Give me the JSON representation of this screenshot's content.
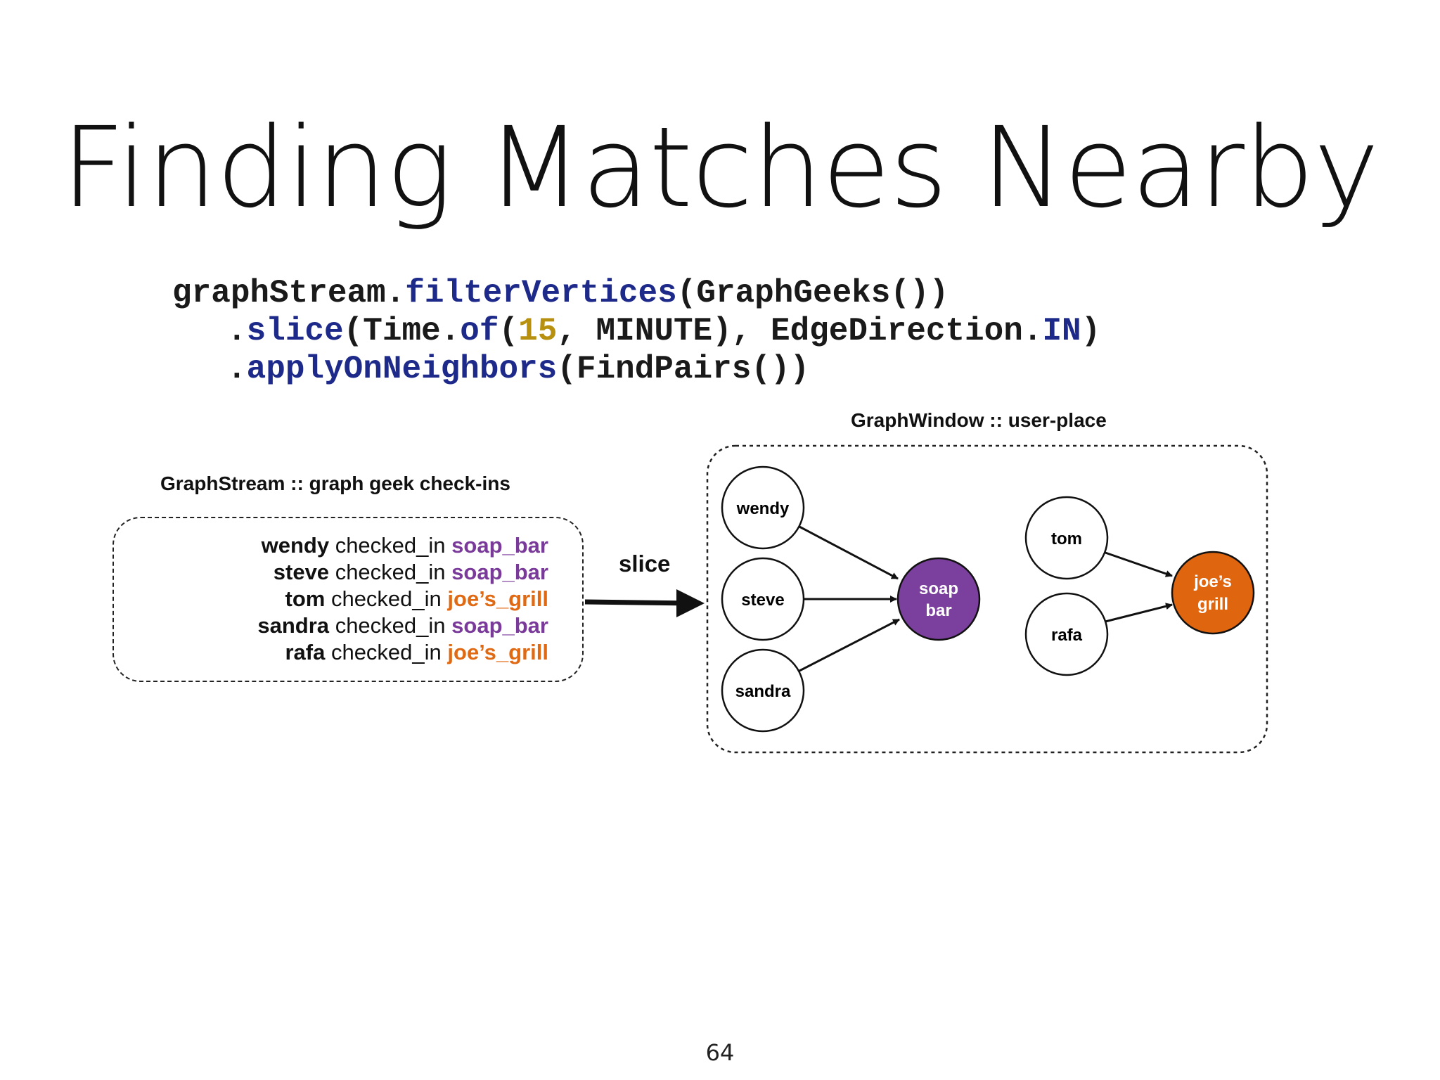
{
  "slide": {
    "title": "Finding Matches Nearby",
    "page_number": "64"
  },
  "code": {
    "line1": {
      "obj": "graphStream.",
      "method": "filterVertices",
      "rest": "(GraphGeeks())"
    },
    "line2": {
      "dot": ".",
      "method": "slice",
      "p1": "(Time.",
      "method2": "of",
      "p2": "(",
      "num": "15",
      "p3": ", MINUTE), EdgeDirection.",
      "const": "IN",
      "p4": ")"
    },
    "line3": {
      "dot": ".",
      "method": "applyOnNeighbors",
      "rest": "(FindPairs())"
    }
  },
  "stream": {
    "caption": "GraphStream :: graph geek check-ins",
    "checkins": [
      {
        "who": "wendy",
        "verb": "checked_in",
        "place": "soap_bar",
        "color": "#7a3a9a"
      },
      {
        "who": "steve",
        "verb": "checked_in",
        "place": "soap_bar",
        "color": "#7a3a9a"
      },
      {
        "who": "tom",
        "verb": "checked_in",
        "place": "joe’s_grill",
        "color": "#e06a14"
      },
      {
        "who": "sandra",
        "verb": "checked_in",
        "place": "soap_bar",
        "color": "#7a3a9a"
      },
      {
        "who": "rafa",
        "verb": "checked_in",
        "place": "joe’s_grill",
        "color": "#e06a14"
      }
    ]
  },
  "arrow_label": "slice",
  "window": {
    "caption": "GraphWindow :: user-place",
    "nodes": {
      "wendy": "wendy",
      "steve": "steve",
      "sandra": "sandra",
      "soap_bar_line1": "soap",
      "soap_bar_line2": "bar",
      "tom": "tom",
      "rafa": "rafa",
      "joes_grill_line1": "joe’s",
      "joes_grill_line2": "grill"
    },
    "colors": {
      "soap_bar": "#7b3f9e",
      "joes_grill": "#e0650f"
    }
  }
}
